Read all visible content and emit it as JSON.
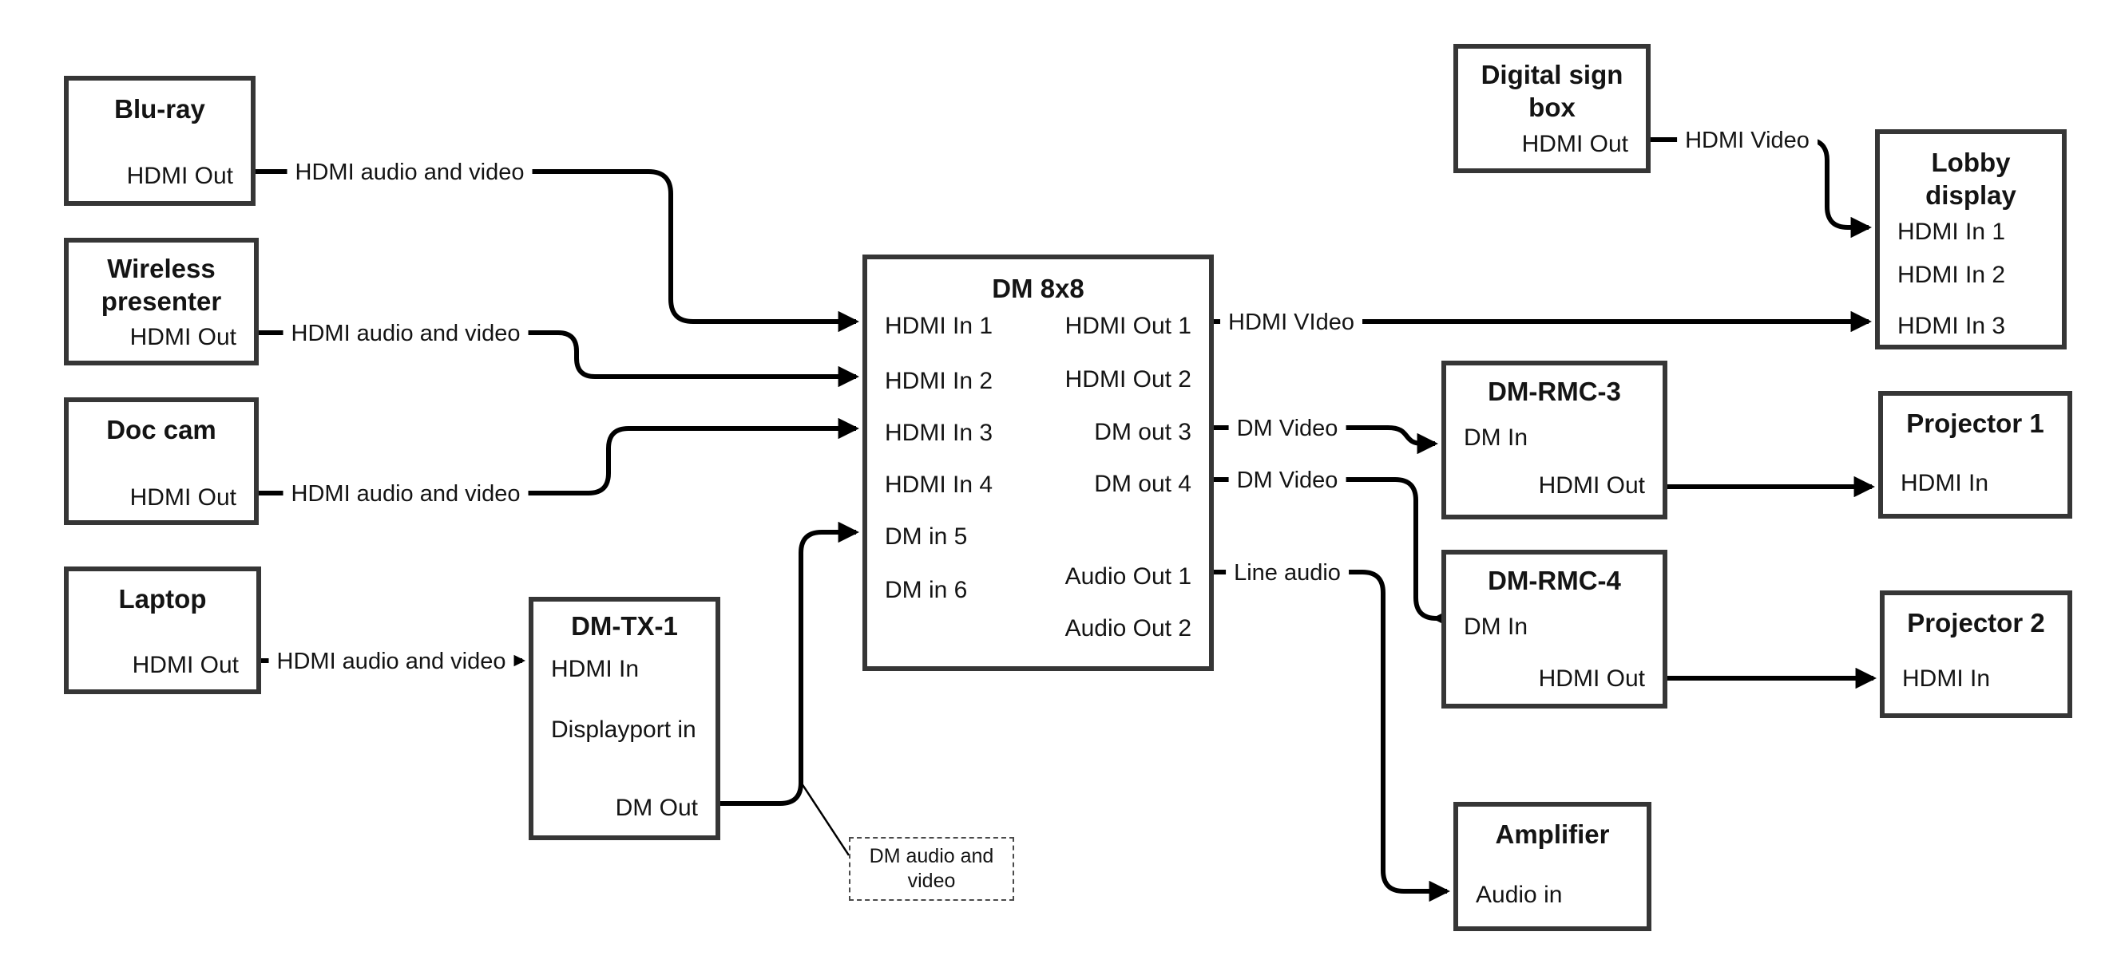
{
  "diagram": {
    "nodes": {
      "bluray": {
        "title": "Blu-ray",
        "ports": {
          "hdmi_out": "HDMI Out"
        }
      },
      "wireless": {
        "title": "Wireless presenter",
        "ports": {
          "hdmi_out": "HDMI Out"
        }
      },
      "doccam": {
        "title": "Doc cam",
        "ports": {
          "hdmi_out": "HDMI Out"
        }
      },
      "laptop": {
        "title": "Laptop",
        "ports": {
          "hdmi_out": "HDMI Out"
        }
      },
      "dmtx1": {
        "title": "DM-TX-1",
        "ports": {
          "hdmi_in": "HDMI In",
          "dp_in": "Displayport in",
          "dm_out": "DM Out"
        }
      },
      "dm8x8": {
        "title": "DM 8x8",
        "ports": {
          "in1": "HDMI In 1",
          "in2": "HDMI In 2",
          "in3": "HDMI In 3",
          "in4": "HDMI In 4",
          "in5": "DM in 5",
          "in6": "DM in 6",
          "out1": "HDMI Out 1",
          "out2": "HDMI Out 2",
          "out3": "DM out 3",
          "out4": "DM out 4",
          "aout1": "Audio Out 1",
          "aout2": "Audio Out 2"
        }
      },
      "digsign": {
        "title": "Digital sign box",
        "ports": {
          "hdmi_out": "HDMI Out"
        }
      },
      "lobby": {
        "title": "Lobby display",
        "ports": {
          "in1": "HDMI In 1",
          "in2": "HDMI In 2",
          "in3": "HDMI In 3"
        }
      },
      "rmc3": {
        "title": "DM-RMC-3",
        "ports": {
          "dm_in": "DM In",
          "hdmi_out": "HDMI Out"
        }
      },
      "proj1": {
        "title": "Projector 1",
        "ports": {
          "hdmi_in": "HDMI In"
        }
      },
      "rmc4": {
        "title": "DM-RMC-4",
        "ports": {
          "dm_in": "DM In",
          "hdmi_out": "HDMI Out"
        }
      },
      "proj2": {
        "title": "Projector 2",
        "ports": {
          "hdmi_in": "HDMI In"
        }
      },
      "amp": {
        "title": "Amplifier",
        "ports": {
          "audio_in": "Audio in"
        }
      }
    },
    "wire_labels": {
      "bluray_to_dm8x8": "HDMI audio and video",
      "wireless_to_dm8x8": "HDMI audio and video",
      "doccam_to_dm8x8": "HDMI audio and video",
      "laptop_to_dmtx1": "HDMI audio and video",
      "out1_to_lobby": "HDMI VIdeo",
      "digsign_to_lobby": "HDMI Video",
      "out3_to_rmc3": "DM Video",
      "out4_to_rmc4": "DM Video",
      "aout1_to_amp": "Line audio",
      "callout": "DM audio and video"
    },
    "colors": {
      "line": "#000000",
      "box_border": "#363636",
      "background": "#ffffff"
    }
  }
}
